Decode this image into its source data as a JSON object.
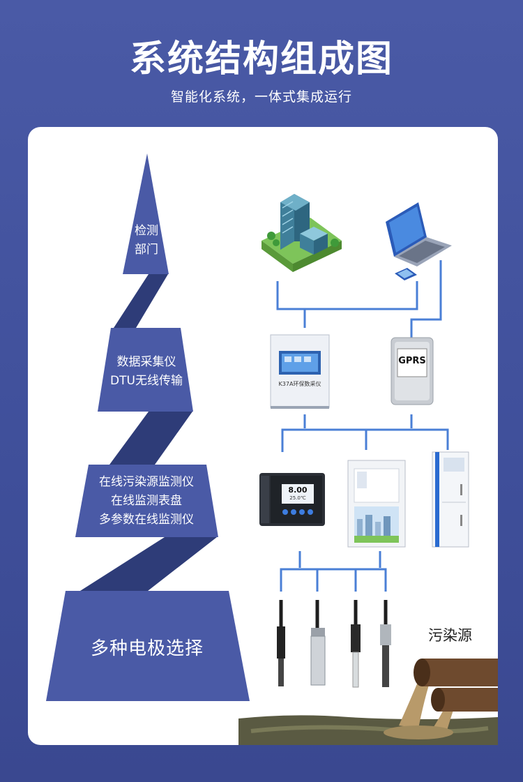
{
  "header": {
    "title": "系统结构组成图",
    "subtitle": "智能化系统，一体式集成运行"
  },
  "layers": [
    {
      "lines": [
        "检测",
        "部门"
      ]
    },
    {
      "lines": [
        "数据采集仪",
        "DTU无线传输"
      ]
    },
    {
      "lines": [
        "在线污染源监测仪",
        "在线监测表盘",
        "多参数在线监测仪"
      ]
    },
    {
      "lines": [
        "多种电极选择"
      ]
    }
  ],
  "devices": {
    "collector_label": "K37A环保数采仪",
    "gprs_label": "GPRS",
    "panel_reading": "8.00",
    "panel_reading_unit": "25.0℃"
  },
  "pollution": {
    "label": "污染源"
  },
  "colors": {
    "background": "#4a5aa6",
    "pyramid": "#4a5aa6",
    "pyramid_shadow": "#2e3c78",
    "connector": "#4a7fd6"
  }
}
